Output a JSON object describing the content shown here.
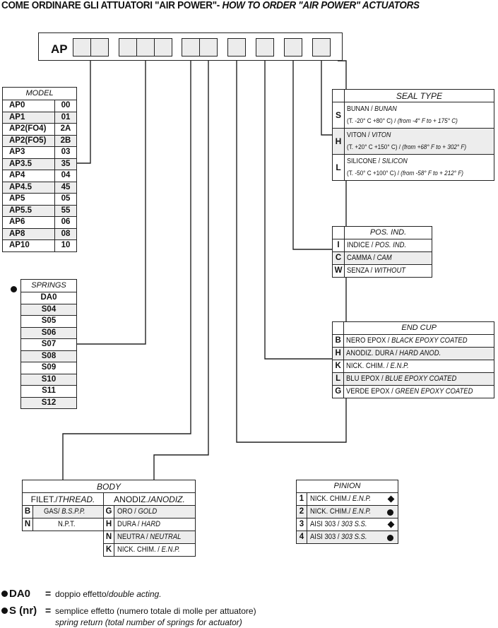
{
  "title": {
    "italian": "COME ORDINARE GLI ATTUATORI \"AIR POWER\"-",
    "english": "HOW TO ORDER \"AIR POWER\" ACTUATORS"
  },
  "code_bar": {
    "prefix": "AP",
    "slot_groups": [
      2,
      3,
      2,
      1,
      1,
      1,
      1
    ]
  },
  "model": {
    "header": "MODEL",
    "rows": [
      {
        "name": "AP0",
        "code": "00"
      },
      {
        "name": "AP1",
        "code": "01"
      },
      {
        "name": "AP2(FO4)",
        "code": "2A"
      },
      {
        "name": "AP2(FO5)",
        "code": "2B"
      },
      {
        "name": "AP3",
        "code": "03"
      },
      {
        "name": "AP3.5",
        "code": "35"
      },
      {
        "name": "AP4",
        "code": "04"
      },
      {
        "name": "AP4.5",
        "code": "45"
      },
      {
        "name": "AP5",
        "code": "05"
      },
      {
        "name": "AP5.5",
        "code": "55"
      },
      {
        "name": "AP6",
        "code": "06"
      },
      {
        "name": "AP8",
        "code": "08"
      },
      {
        "name": "AP10",
        "code": "10"
      }
    ]
  },
  "springs": {
    "marker": "dot",
    "header": "SPRINGS",
    "rows": [
      "DA0",
      "S04",
      "S05",
      "S06",
      "S07",
      "S08",
      "S09",
      "S10",
      "S11",
      "S12"
    ]
  },
  "seal_type": {
    "header": "SEAL TYPE",
    "rows": [
      {
        "code": "S",
        "it": "BUNAN /",
        "en": "BUNAN",
        "temp_c": "(T. -20° C +80° C) /",
        "temp_f": "(from -4° F to + 175° C)"
      },
      {
        "code": "H",
        "it": "VITON /",
        "en": "VITON",
        "temp_c": "(T. +20° C +150° C) /",
        "temp_f": "(from +68° F to + 302° F)"
      },
      {
        "code": "L",
        "it": "SILICONE /",
        "en": "SILICON",
        "temp_c": "(T. -50° C +100° C) /",
        "temp_f": "(from -58° F to + 212° F)"
      }
    ]
  },
  "pos_ind": {
    "header": "POS. IND.",
    "rows": [
      {
        "code": "I",
        "it": "INDICE /",
        "en": "POS. IND."
      },
      {
        "code": "C",
        "it": "CAMMA /",
        "en": "CAM"
      },
      {
        "code": "W",
        "it": "SENZA /",
        "en": "WITHOUT"
      }
    ]
  },
  "end_cup": {
    "header": "END CUP",
    "rows": [
      {
        "code": "B",
        "it": "NERO EPOX /",
        "en": "BLACK  EPOXY COATED"
      },
      {
        "code": "H",
        "it": "ANODIZ. DURA /",
        "en": "HARD ANOD."
      },
      {
        "code": "K",
        "it": "NICK. CHIM. /",
        "en": "E.N.P."
      },
      {
        "code": "L",
        "it": "BLU EPOX /",
        "en": "BLUE EPOXY COATED"
      },
      {
        "code": "G",
        "it": "VERDE EPOX /",
        "en": "GREEN EPOXY COATED"
      }
    ]
  },
  "body": {
    "header": "BODY",
    "thread_header_it": "FILET./",
    "thread_header_en": "THREAD.",
    "anodiz_header_it": "ANODIZ./",
    "anodiz_header_en": "ANODIZ.",
    "thread_rows": [
      {
        "code": "B",
        "it": "GAS/",
        "en": "B.S.P.P."
      },
      {
        "code": "N",
        "it": "N.P.T.",
        "en": ""
      }
    ],
    "anodiz_rows": [
      {
        "code": "G",
        "it": "ORO /",
        "en": "GOLD"
      },
      {
        "code": "H",
        "it": "DURA /",
        "en": "HARD"
      },
      {
        "code": "N",
        "it": "NEUTRA /",
        "en": "NEUTRAL"
      },
      {
        "code": "K",
        "it": "NICK. CHIM. /",
        "en": "E.N.P."
      }
    ]
  },
  "pinion": {
    "header": "PINION",
    "rows": [
      {
        "code": "1",
        "it": "NICK. CHIM./",
        "en": "E.N.P.",
        "marker": "diamond"
      },
      {
        "code": "2",
        "it": "NICK. CHIM./",
        "en": "E.N.P.",
        "marker": "dot"
      },
      {
        "code": "3",
        "it": "AISI 303 /",
        "en": "303 S.S.",
        "marker": "diamond"
      },
      {
        "code": "4",
        "it": "AISI 303 /",
        "en": "303 S.S.",
        "marker": "dot"
      }
    ]
  },
  "legend": [
    {
      "marker": "dot",
      "term": "DA0",
      "eq": "=",
      "it": "doppio effetto/",
      "en": "double acting."
    },
    {
      "marker": "dot",
      "term": "S (nr)",
      "eq": "=",
      "it": "semplice effetto (numero totale di molle per attuatore)",
      "en": "spring return (total number of springs for actuator)"
    }
  ]
}
